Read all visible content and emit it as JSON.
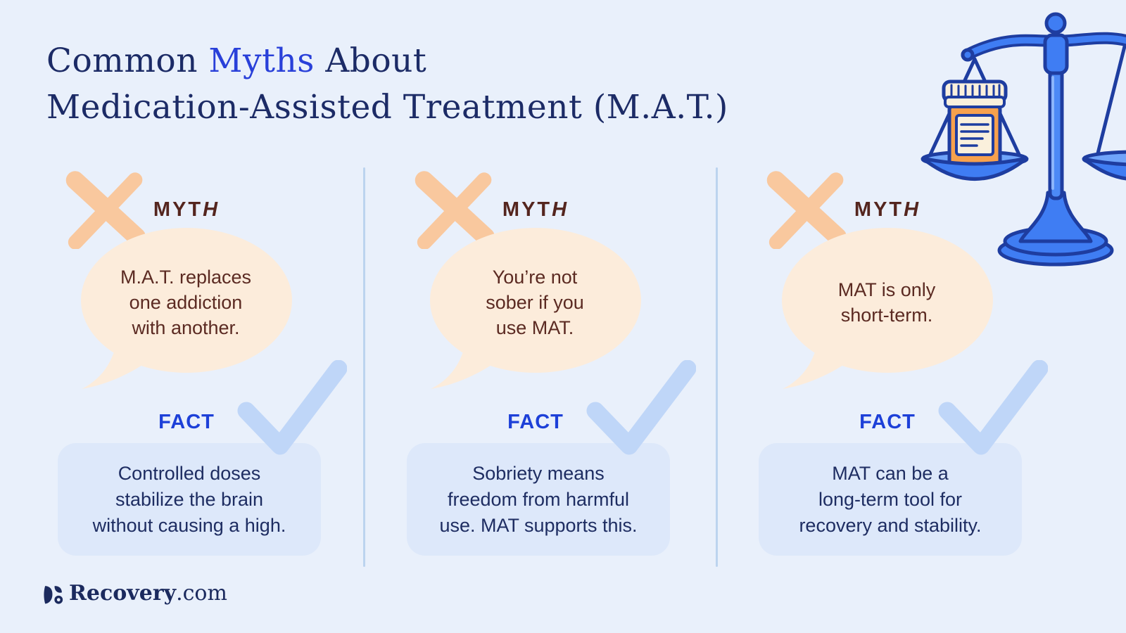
{
  "header": {
    "title_line1": {
      "pre": "Common ",
      "highlight": "Myths",
      "post": " About"
    },
    "title_line2": "Medication-Assisted Treatment (M.A.T.)"
  },
  "labels": {
    "myth_main": "MYT",
    "myth_last": "H",
    "fact": "FACT"
  },
  "columns": [
    {
      "myth": "M.A.T. replaces\none addiction\nwith another.",
      "fact": "Controlled doses\nstabilize the brain\nwithout causing a high."
    },
    {
      "myth": "You’re not\nsober if you\nuse MAT.",
      "fact": "Sobriety means\nfreedom from harmful\nuse. MAT supports this."
    },
    {
      "myth": "MAT is only\nshort-term.",
      "fact": "MAT can be a\nlong-term tool for\nrecovery and stability."
    }
  ],
  "footer": {
    "brand": "Recovery",
    "brand_tld": ".com"
  },
  "icons": {
    "x_mark": "x-mark-icon",
    "check_mark": "check-mark-icon",
    "speech_bubble": "speech-bubble",
    "balance_scale": "balance-scale-with-pill-bottle-illustration",
    "brand_mark": "recovery-logo-icon"
  },
  "colors": {
    "background": "#e9f0fb",
    "title_navy": "#1c2b66",
    "title_highlight_blue": "#2940d9",
    "myth_maroon": "#54251e",
    "bubble_peach": "#fcecdb",
    "x_peach": "#f9c89e",
    "fact_blue": "#1d40d8",
    "fact_box_blue": "#dde8fa",
    "fact_text_navy": "#1e2d62",
    "check_light_blue": "#bfd6f8",
    "divider_blue": "#bcd4ef",
    "scale_blue": "#3f7df3",
    "scale_light_blue": "#6fa4fa",
    "scale_outline_navy": "#1e3da0",
    "bottle_orange": "#f7a14d",
    "bottle_cream": "#faf0dc",
    "brand_navy": "#1b2a5e"
  }
}
